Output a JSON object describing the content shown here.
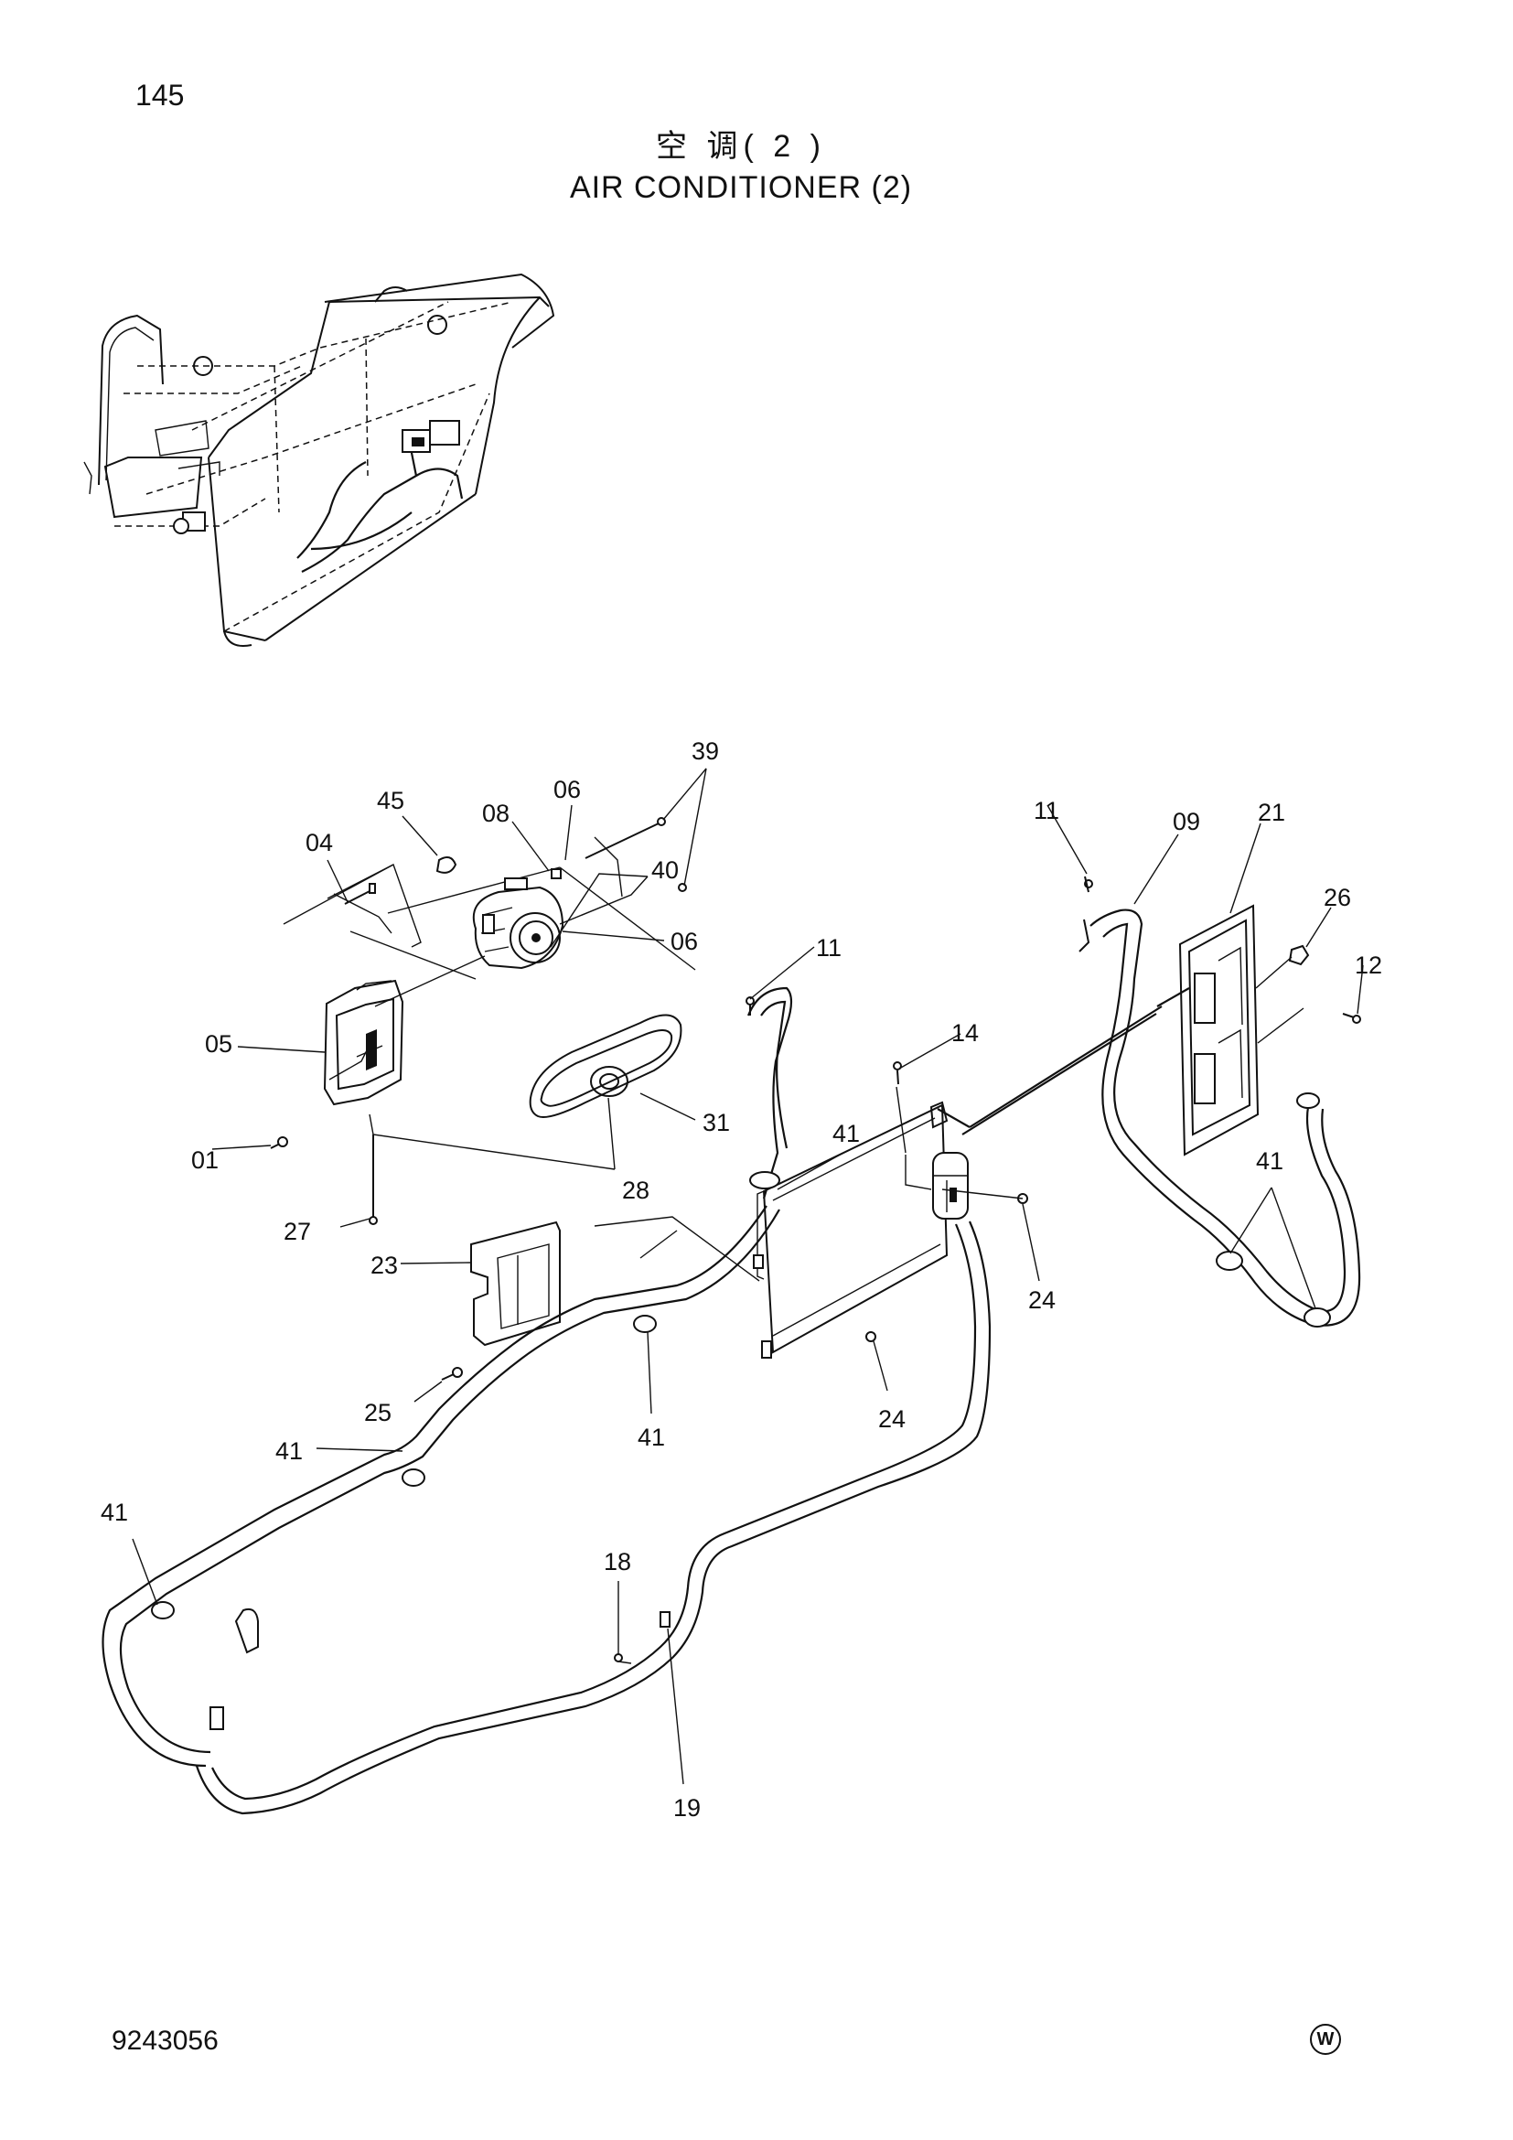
{
  "header": {
    "page_number": "145",
    "title_cn": "空 调( 2 )",
    "title_en": "AIR CONDITIONER (2)"
  },
  "footer": {
    "doc_number": "9243056",
    "brand_mark": "W"
  },
  "callouts": [
    {
      "id": "c39",
      "label": "39"
    },
    {
      "id": "c06a",
      "label": "06"
    },
    {
      "id": "c45",
      "label": "45"
    },
    {
      "id": "c08",
      "label": "08"
    },
    {
      "id": "c04",
      "label": "04"
    },
    {
      "id": "c40",
      "label": "40"
    },
    {
      "id": "c06b",
      "label": "06"
    },
    {
      "id": "c11a",
      "label": "11"
    },
    {
      "id": "c09",
      "label": "09"
    },
    {
      "id": "c21",
      "label": "21"
    },
    {
      "id": "c26",
      "label": "26"
    },
    {
      "id": "c12",
      "label": "12"
    },
    {
      "id": "c11b",
      "label": "11"
    },
    {
      "id": "c05",
      "label": "05"
    },
    {
      "id": "c14",
      "label": "14"
    },
    {
      "id": "c41a",
      "label": "41"
    },
    {
      "id": "c31",
      "label": "31"
    },
    {
      "id": "c01",
      "label": "01"
    },
    {
      "id": "c28",
      "label": "28"
    },
    {
      "id": "c41b",
      "label": "41"
    },
    {
      "id": "c27",
      "label": "27"
    },
    {
      "id": "c23",
      "label": "23"
    },
    {
      "id": "c24a",
      "label": "24"
    },
    {
      "id": "c25",
      "label": "25"
    },
    {
      "id": "c41c",
      "label": "41"
    },
    {
      "id": "c24b",
      "label": "24"
    },
    {
      "id": "c41d",
      "label": "41"
    },
    {
      "id": "c41e",
      "label": "41"
    },
    {
      "id": "c18",
      "label": "18"
    },
    {
      "id": "c19",
      "label": "19"
    }
  ]
}
